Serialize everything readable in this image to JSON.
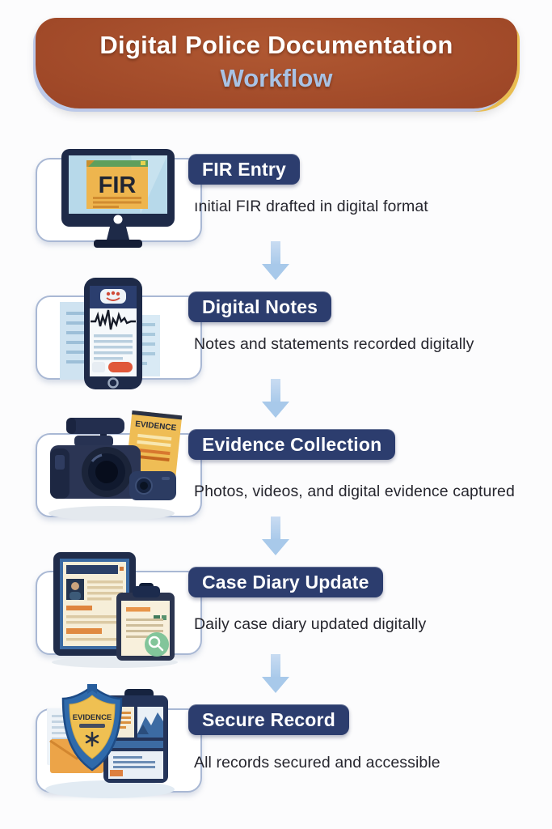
{
  "theme": {
    "page-bg": "#fcfcfd",
    "banner-dark": "#7c3118",
    "banner-mid": "#9c4526",
    "banner-light": "#b05832",
    "banner-edge-left": "#bcc9e9",
    "banner-edge-right": "#e9bd50",
    "title-color": "#ffffff",
    "subtitle-color": "#a9c2e4",
    "badge-bg": "#2c3d6e",
    "badge-text": "#ffffff",
    "card-border": "#a9b8d4",
    "desc-color": "#26262e",
    "arrow-color": "#a8c9ea"
  },
  "header": {
    "title_line1": "Digital Police Documentation",
    "title_line2": "Workflow"
  },
  "steps": [
    {
      "title": "FIR Entry",
      "description": "ınitial FIR drafted in digital format",
      "icon": "desktop-monitor-with-fir-document",
      "icon_label": "FIR"
    },
    {
      "title": "Digital Notes",
      "description": "Notes and statements recorded digitally",
      "icon": "smartphone-voice-recorder-with-documents"
    },
    {
      "title": "Evidence Collection",
      "description": "Photos, videos, and digital evidence captured",
      "icon": "dslr-camera-bodycam-and-evidence-bag",
      "icon_label": "EVIDENCE"
    },
    {
      "title": "Case Diary Update",
      "description": "Daily case diary updated digitally",
      "icon": "tablet-and-clipboard-report"
    },
    {
      "title": "Secure Record",
      "description": "All records secured and accessible",
      "icon": "security-shield-over-records",
      "icon_label": "EVIDENCE"
    }
  ]
}
